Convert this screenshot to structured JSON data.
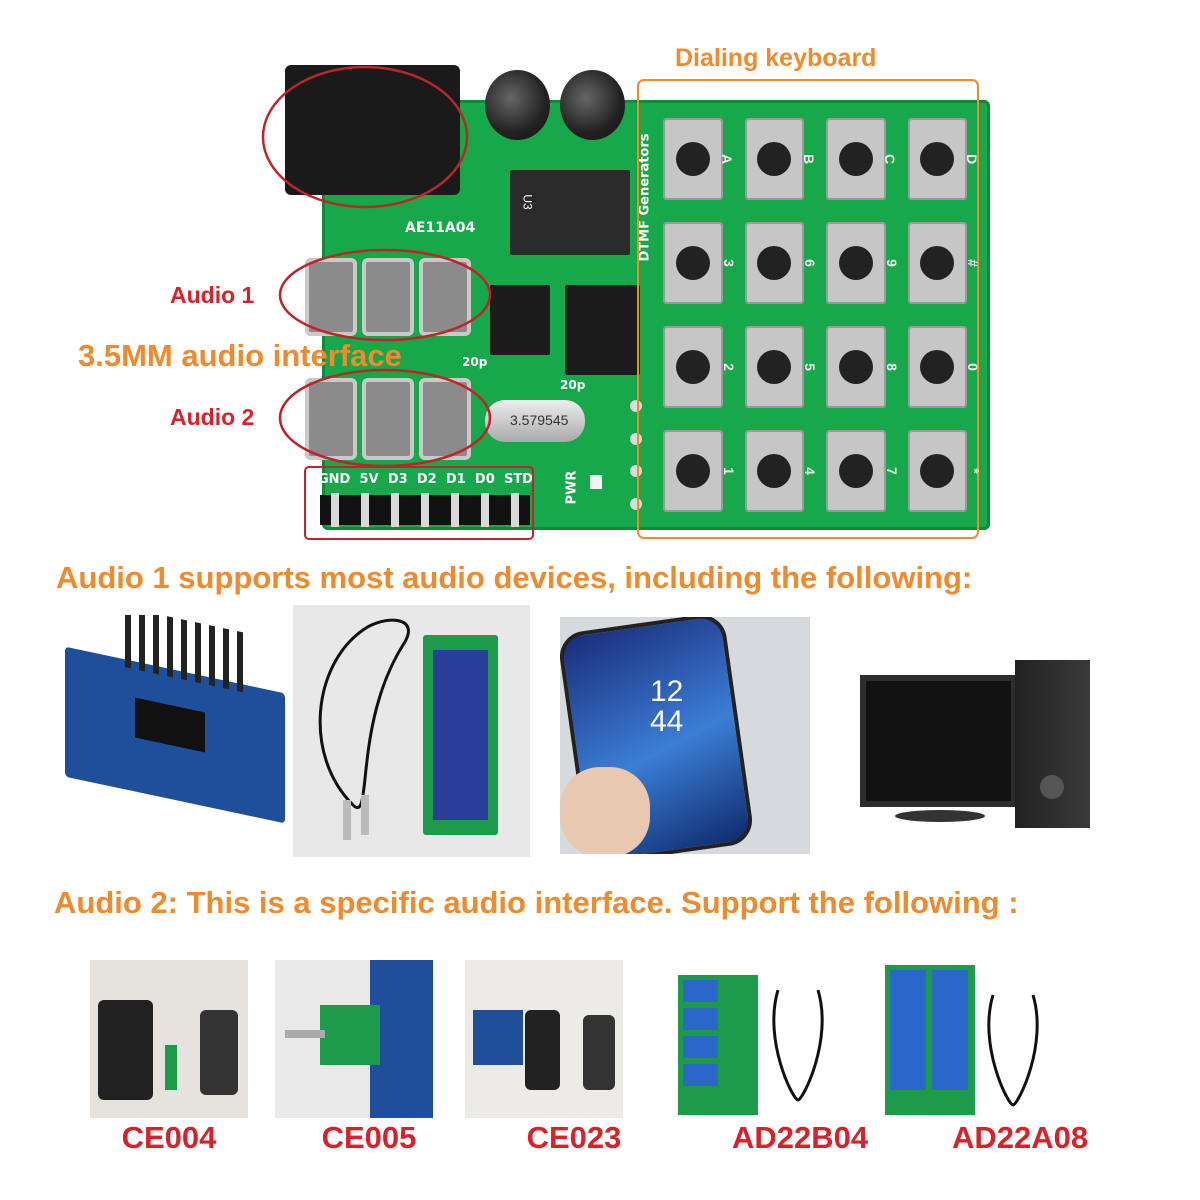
{
  "board": {
    "title": "Dialing keyboard",
    "chip_label": "AE11A04",
    "crystal_label": "3.579545",
    "pwr_label": "PWR",
    "cap_label_1": "20p",
    "cap_label_2": "20p",
    "silk_label": "DTMF Generators",
    "pins": [
      "GND",
      "5V",
      "D3",
      "D2",
      "D1",
      "D0",
      "STD"
    ],
    "keys": [
      [
        "A",
        "B",
        "C",
        "D"
      ],
      [
        "3",
        "6",
        "9",
        "#"
      ],
      [
        "2",
        "5",
        "8",
        "0"
      ],
      [
        "1",
        "4",
        "7",
        "*"
      ]
    ]
  },
  "labels": {
    "audio1": "Audio 1",
    "audio2": "Audio 2",
    "interface": "3.5MM audio interface"
  },
  "sections": {
    "audio1_heading": "Audio 1 supports most audio devices, including the following:",
    "audio2_heading": "Audio 2: This is a specific audio interface. Support the following  :"
  },
  "devices2": [
    "CE004",
    "CE005",
    "CE023",
    "AD22B04",
    "AD22A08"
  ],
  "phone_time": {
    "hour": "12",
    "minute": "44"
  },
  "colors": {
    "accent": "#f08a2c",
    "red": "#d8212a",
    "pcb": "#16a84a"
  }
}
